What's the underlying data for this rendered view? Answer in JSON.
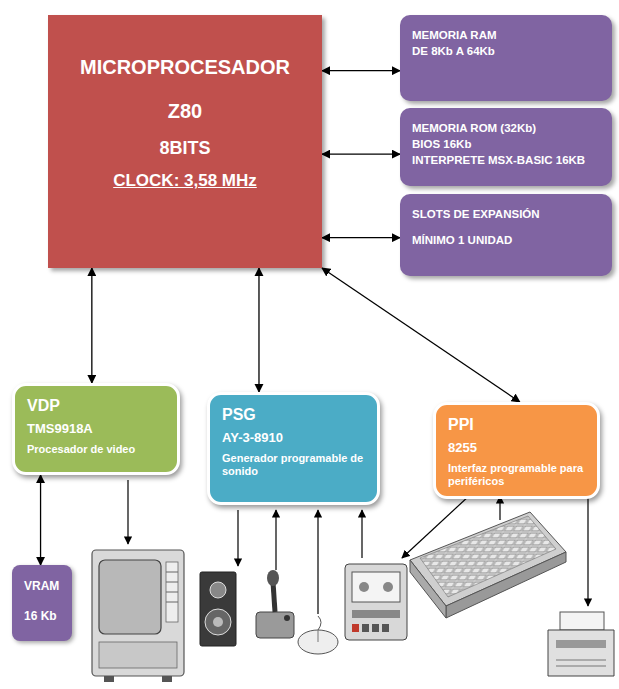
{
  "diagram": {
    "nodes": [
      {
        "text": [
          "MICROPROCESADOR",
          "Z80",
          "8BITS",
          "CLOCK: 3,58 MHz"
        ]
      },
      {
        "text": [
          "MEMORIA RAM",
          "DE 8Kb A 64Kb"
        ]
      },
      {
        "text": [
          "MEMORIA ROM (32Kb)",
          "BIOS 16Kb",
          "INTERPRETE MSX-BASIC 16KB"
        ]
      },
      {
        "text": [
          "SLOTS DE EXPANSIÓN",
          "MÍNIMO 1 UNIDAD"
        ]
      },
      {
        "text": [
          "VDP",
          "TMS9918A",
          "Procesador de video"
        ]
      },
      {
        "text": [
          "PSG",
          "AY-3-8910",
          "Generador programable de sonido"
        ]
      },
      {
        "text": [
          "PPI",
          "8255",
          "Interfaz programable para periféricos"
        ]
      },
      {
        "text": [
          "VRAM",
          "16 Kb"
        ]
      }
    ],
    "edges": [
      {
        "from": 0,
        "to": 1,
        "arrow": "both"
      },
      {
        "from": 0,
        "to": 2,
        "arrow": "both"
      },
      {
        "from": 0,
        "to": 3,
        "arrow": "both"
      },
      {
        "from": 0,
        "to": 4,
        "arrow": "both"
      },
      {
        "from": 0,
        "to": 5,
        "arrow": "both"
      },
      {
        "from": 0,
        "to": 6,
        "arrow": "both"
      },
      {
        "from": 4,
        "to": 7,
        "arrow": "both"
      }
    ]
  }
}
